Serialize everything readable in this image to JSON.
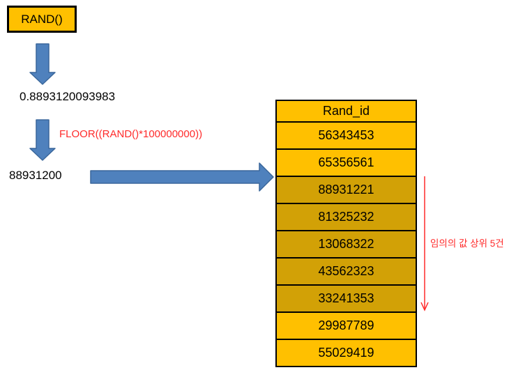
{
  "diagram": {
    "rand_box_label": "RAND()",
    "random_value": "0.8893120093983",
    "floor_formula": "FLOOR((RAND()*100000000))",
    "floored_value": "88931200",
    "annotation": "임의의 값 상위 5건",
    "colors": {
      "gold": "#FFC000",
      "dark_gold": "#D2A106",
      "arrow_blue": "#4F81BD",
      "arrow_blue_border": "#3A679B",
      "red": "#FF2A2A",
      "line_black": "#000000"
    }
  },
  "table": {
    "header": "Rand_id",
    "rows": [
      {
        "value": "56343453",
        "highlighted": false
      },
      {
        "value": "65356561",
        "highlighted": false
      },
      {
        "value": "88931221",
        "highlighted": true
      },
      {
        "value": "81325232",
        "highlighted": true
      },
      {
        "value": "13068322",
        "highlighted": true
      },
      {
        "value": "43562323",
        "highlighted": true
      },
      {
        "value": "33241353",
        "highlighted": true
      },
      {
        "value": "29987789",
        "highlighted": false
      },
      {
        "value": "55029419",
        "highlighted": false
      }
    ]
  }
}
